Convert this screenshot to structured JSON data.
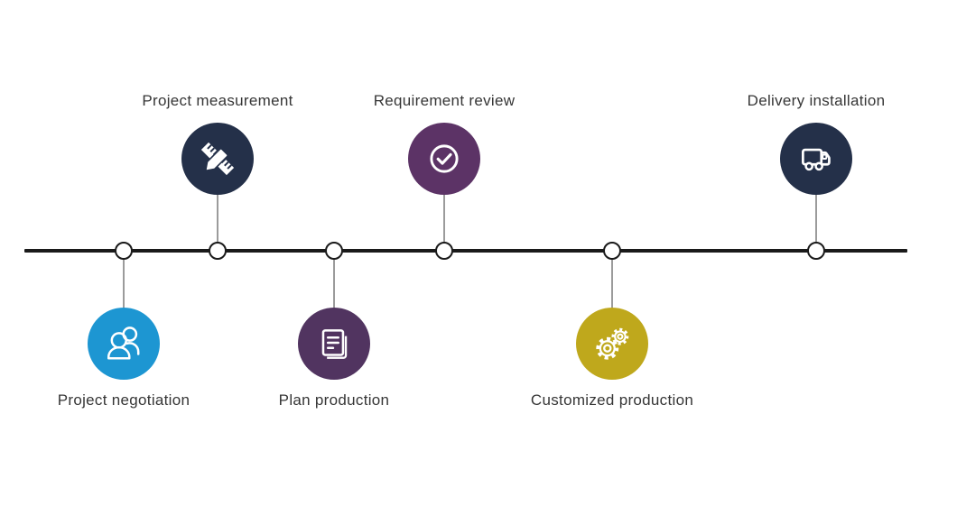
{
  "diagram": {
    "type": "process-timeline",
    "background": "#ffffff",
    "line_color": "#1a1a1a",
    "node_fill": "#ffffff",
    "node_border": "#1a1a1a",
    "connector_color": "#9b9b9b",
    "label_color": "#363636"
  },
  "steps": [
    {
      "label": "Project negotiation",
      "position": "below",
      "color": "#1d96d2",
      "icon": "people-icon"
    },
    {
      "label": "Project measurement",
      "position": "above",
      "color": "#243049",
      "icon": "ruler-pencil-icon"
    },
    {
      "label": "Plan production",
      "position": "below",
      "color": "#513460",
      "icon": "document-icon"
    },
    {
      "label": "Requirement review",
      "position": "above",
      "color": "#5c3366",
      "icon": "check-circle-icon"
    },
    {
      "label": "Customized production",
      "position": "below",
      "color": "#bfa81c",
      "icon": "gears-icon"
    },
    {
      "label": "Delivery installation",
      "position": "above",
      "color": "#243049",
      "icon": "truck-icon"
    }
  ]
}
